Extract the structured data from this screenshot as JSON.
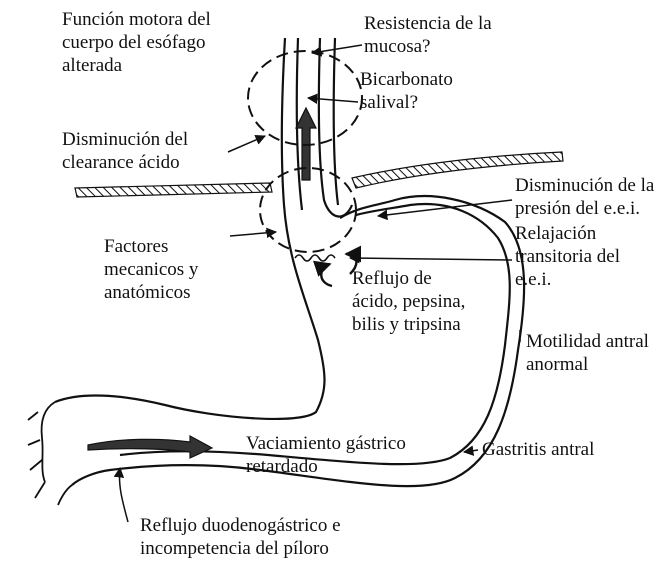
{
  "labels": {
    "motor_function": [
      "Función motora del",
      "cuerpo del esófago",
      "alterada"
    ],
    "mucosal_resistance": [
      "Resistencia de la",
      "mucosa?"
    ],
    "salivary_bicarbonate": [
      "Bicarbonato",
      "salival?"
    ],
    "acid_clearance": [
      "Disminución del",
      "clearance ácido"
    ],
    "les_pressure": [
      "Disminución de la",
      "presión del e.e.i."
    ],
    "transient_relaxation": [
      "Relajación",
      "transitoria del",
      "e.e.i."
    ],
    "mechanical_factors": [
      "Factores",
      "mecanicos y",
      "anatómicos"
    ],
    "reflux_contents": [
      "Reflujo de",
      "ácido, pepsina,",
      "bilis y tripsina"
    ],
    "antral_motility": [
      "Motilidad antral",
      "anormal"
    ],
    "gastric_emptying": [
      "Vaciamiento gástrico",
      "retardado"
    ],
    "antral_gastritis": [
      "Gastritis antral"
    ],
    "duodenogastric_reflux": [
      "Reflujo duodenogástrico e",
      "incompetencia del píloro"
    ]
  },
  "colors": {
    "ink": "#111111",
    "background": "#ffffff"
  }
}
